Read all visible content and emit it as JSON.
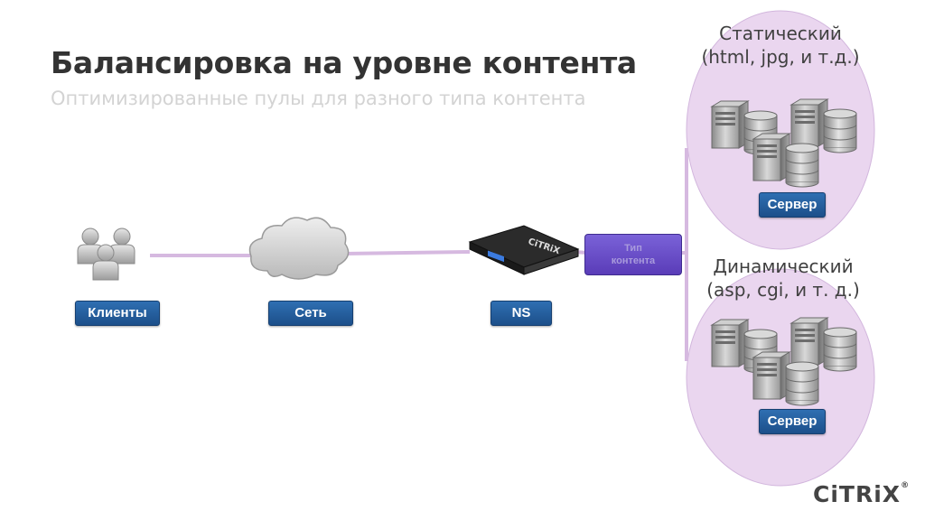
{
  "title": "Балансировка на уровне контента",
  "subtitle": "Оптимизированные пулы для разного типа контента",
  "nodes": {
    "clients": "Клиенты",
    "network": "Сеть",
    "ns": "NS"
  },
  "content_type": {
    "line1": "Тип",
    "line2": "контента"
  },
  "pools": [
    {
      "name": "Статический",
      "types": "(html, jpg, и т.д.)",
      "server_label": "Сервер"
    },
    {
      "name": "Динамический",
      "types": "(asp, cgi, и т. д.)",
      "server_label": "Сервер"
    }
  ],
  "appliance_brand": "CiTRiX",
  "logo": "CiTRiX",
  "colors": {
    "link": "#d6b9e0",
    "pool_fill": "#ead6ef",
    "label_blue": "#2a62a8",
    "content_type_purple": "#6a4bc8"
  }
}
